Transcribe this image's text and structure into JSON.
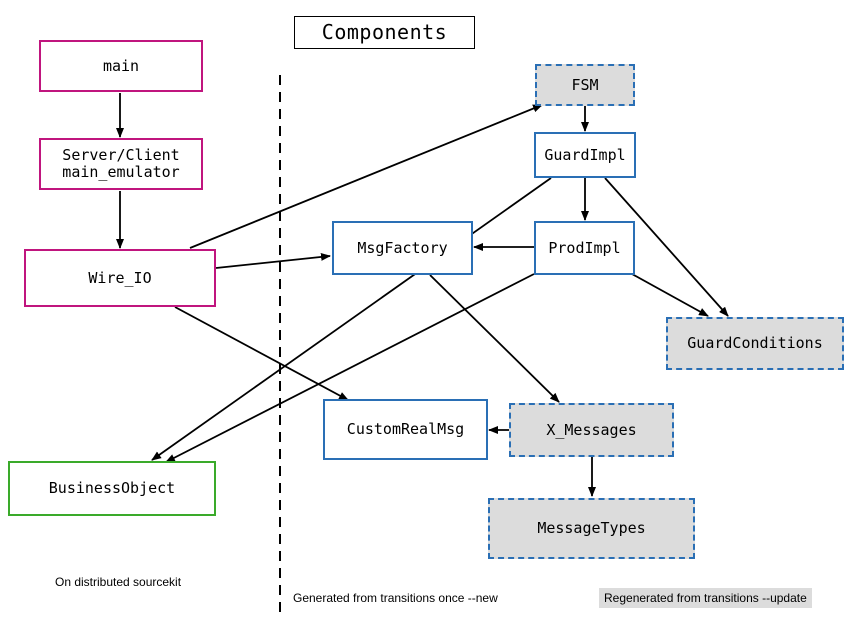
{
  "title": "Components",
  "boxes": {
    "main": "main",
    "server_client": "Server/Client\nmain_emulator",
    "wire_io": "Wire_IO",
    "business_object": "BusinessObject",
    "fsm": "FSM",
    "guard_impl": "GuardImpl",
    "msg_factory": "MsgFactory",
    "prod_impl": "ProdImpl",
    "guard_conditions": "GuardConditions",
    "custom_real_msg": "CustomRealMsg",
    "x_messages": "X_Messages",
    "message_types": "MessageTypes"
  },
  "notes": {
    "distributed": "On distributed sourcekit",
    "generated_once": "Generated from transitions once --new",
    "regenerated": "Regenerated from transitions --update"
  },
  "colors": {
    "app_border": "#c0157e",
    "generated_border": "#2a6fb5",
    "business_border": "#3aaa2a",
    "regenerated_fill": "#dcdcdc"
  }
}
